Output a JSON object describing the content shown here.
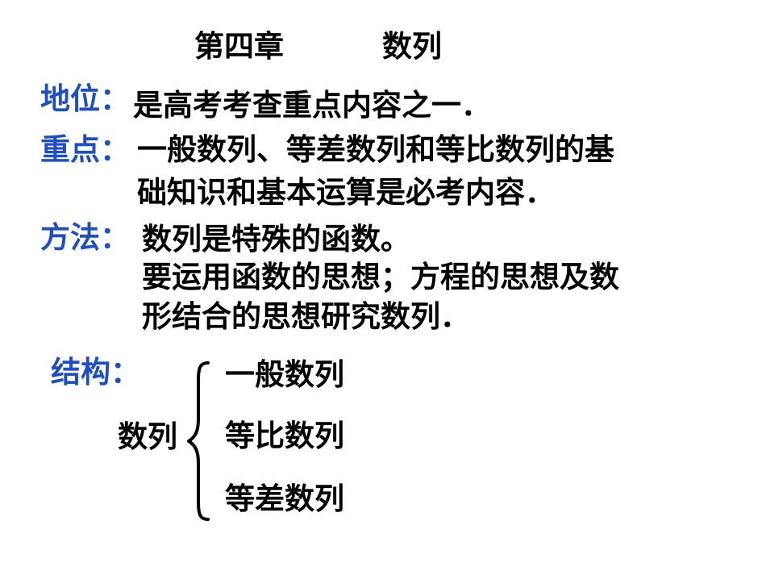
{
  "title": {
    "chapter": "第四章",
    "topic": "数列"
  },
  "sections": {
    "status": {
      "label": "地位：",
      "text": "是高考考查重点内容之一．"
    },
    "focus": {
      "label": "重点：",
      "line1": "一般数列、等差数列和等比数列的基",
      "line2": "础知识和基本运算是必考内容．"
    },
    "method": {
      "label": "方法：",
      "line1": "数列是特殊的函数。",
      "line2": "要运用函数的思想；方程的思想及数",
      "line3": "形结合的思想研究数列．"
    },
    "structure": {
      "label": "结构：",
      "root": "数列",
      "items": [
        "一般数列",
        "等比数列",
        "等差数列"
      ]
    }
  },
  "colors": {
    "label": "#1f4fbf",
    "text": "#000000",
    "background": "#ffffff"
  }
}
